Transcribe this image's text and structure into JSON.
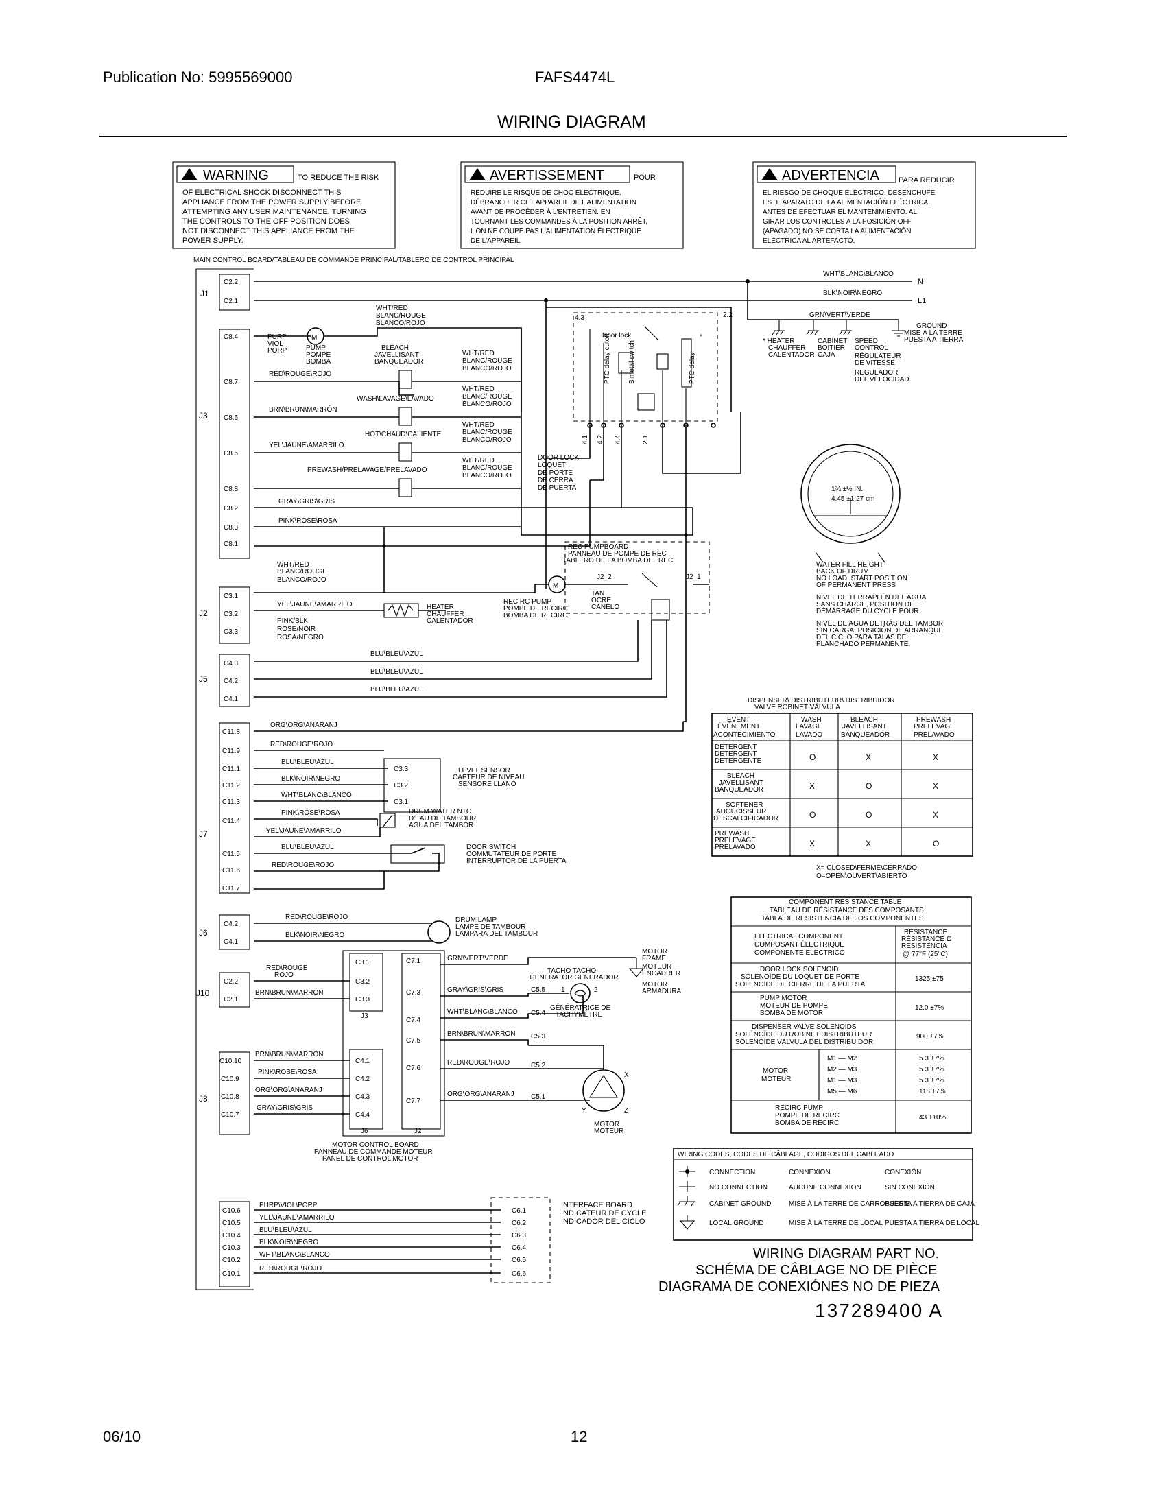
{
  "header": {
    "publication": "Publication No: 5995569000",
    "model": "FAFS4474L",
    "title": "WIRING DIAGRAM",
    "date": "06/10",
    "page": "12"
  },
  "warnings": [
    {
      "label": "WARNING",
      "lead": "TO REDUCE THE RISK",
      "lines": [
        "OF ELECTRICAL SHOCK DISCONNECT THIS",
        "APPLIANCE FROM THE POWER SUPPLY BEFORE",
        "ATTEMPTING ANY USER MAINTENANCE. TURNING",
        "THE CONTROLS TO THE OFF POSITION DOES",
        "NOT DISCONNECT THIS APPLIANCE FROM THE",
        "POWER SUPPLY."
      ]
    },
    {
      "label": "AVERTISSEMENT",
      "lead": "POUR",
      "lines": [
        "RÉDUIRE LE RISQUE DE CHOC ÉLECTRIQUE,",
        "DÉBRANCHER CET APPAREIL DE L'ALIMENTATION",
        "AVANT DE PROCÉDER À L'ENTRETIEN. EN",
        "TOURNANT LES COMMANDES À LA POSITION ARRÊT,",
        "L'ON NE COUPE PAS L'ALIMENTATION ÉLECTRIQUE",
        "DE L'APPAREIL."
      ]
    },
    {
      "label": "ADVERTENCIA",
      "lead": "PARA REDUCIR",
      "lines": [
        "EL RIESGO DE CHOQUE ELÉCTRICO, DESENCHUFE",
        "ESTE APARATO DE LA ALIMENTACIÓN ELÉCTRICA",
        "ANTES DE EFECTUAR EL MANTENIMIENTO. AL",
        "GIRAR LOS CONTROLES A LA POSICIÓN OFF",
        "(APAGADO) NO SE CORTA LA ALIMENTACIÓN",
        "ELÉCTRICA AL ARTEFACTO."
      ]
    }
  ],
  "main_board_label": "MAIN CONTROL BOARD/TABLEAU DE COMMANDE PRINCIPAL/TABLERO DE CONTROL PRINCIPAL",
  "connectors": [
    "J1",
    "J3",
    "J2",
    "J5",
    "J7",
    "J6",
    "J10",
    "J8"
  ],
  "pins": {
    "j1": [
      "C2.2",
      "C2.1"
    ],
    "j3": [
      "C8.4",
      "C8.7",
      "C8.6",
      "C8.5",
      "C8.8",
      "C8.2",
      "C8.3",
      "C8.1"
    ],
    "j2": [
      "C3.1",
      "C3.2",
      "C3.3"
    ],
    "j5": [
      "C4.3",
      "C4.2",
      "C4.1"
    ],
    "j7": [
      "C11.8",
      "C11.9",
      "C11.1",
      "C11.2",
      "C11.3",
      "C11.4",
      "C11.5",
      "C11.6",
      "C11.7"
    ],
    "j6": [
      "C4.2",
      "C4.1"
    ],
    "j10": [
      "C2.2",
      "C2.1"
    ],
    "j8": [
      "C10.10",
      "C10.9",
      "C10.8",
      "C10.7"
    ],
    "j8b": [
      "C10.6",
      "C10.5",
      "C10.4",
      "C10.3",
      "C10.2",
      "C10.1"
    ]
  },
  "wires": {
    "n": "WHT\\BLANC\\BLANCO",
    "l1": "BLK\\NOIR\\NEGRO",
    "gnd": "GRN\\VERT\\VERDE",
    "c87": "RED\\ROUGE\\ROJO",
    "c86": "BRN\\BRUN\\MARRÓN",
    "c85": "YEL\\JAUNE\\AMARRILO",
    "c82": "GRAY\\GRIS\\GRIS",
    "c83": "PINK\\ROSE\\ROSA",
    "c32": "YEL\\JAUNE\\AMARRILO",
    "c33a": "PINK/BLK",
    "c33b": "ROSE/NOIR",
    "c33c": "ROSA/NEGRO",
    "c43": "BLU\\BLEU\\AZUL",
    "c42": "BLU\\BLEU\\AZUL",
    "c41": "BLU\\BLEU\\AZUL",
    "c118": "ORG\\ORG\\ANARANJ",
    "c119": "RED\\ROUGE\\ROJO",
    "c111": "BLU\\BLEU\\AZUL",
    "c112": "BLK\\NOIR\\NEGRO",
    "c113": "WHT\\BLANC\\BLANCO",
    "c114": "PINK\\ROSE\\ROSA",
    "c115": "YEL\\JAUNE\\AMARRILO",
    "c116": "BLU\\BLEU\\AZUL",
    "c117": "RED\\ROUGE\\ROJO",
    "j6a": "RED\\ROUGE\\ROJO",
    "j6b": "BLK\\NOIR\\NEGRO",
    "j10a1": "RED\\ROUGE",
    "j10a2": "ROJO",
    "j10b": "BRN\\BRUN\\MARRÓN",
    "c1010": "BRN\\BRUN\\MARRÓN",
    "c109": "PINK\\ROSE\\ROSA",
    "c108": "ORG\\ORG\\ANARANJ",
    "c107": "GRAY\\GRIS\\GRIS",
    "c71": "GRN\\VERT\\VERDE",
    "c73": "GRAY\\GRIS\\GRIS",
    "c74": "WHT\\BLANC\\BLANCO",
    "c75": "BRN\\BRUN\\MARRÓN",
    "c76": "RED\\ROUGE\\ROJO",
    "c77": "ORG\\ORG\\ANARANJ",
    "c106": "PURP\\VIOL\\PORP",
    "c105": "YEL\\JAUNE\\AMARRILO",
    "c104": "BLU\\BLEU\\AZUL",
    "c103": "BLK\\NOIR\\NEGRO",
    "c102": "WHT\\BLANC\\BLANCO",
    "c101": "RED\\ROUGE\\ROJO"
  },
  "labels": {
    "N": "N",
    "L1": "L1",
    "purp": [
      "PURP",
      "VIOL",
      "PORP"
    ],
    "pump": [
      "PUMP",
      "POMPE",
      "BOMBA"
    ],
    "whtred_top": [
      "WHT/RED",
      "BLANC/ROUGE",
      "BLANCO/ROJO"
    ],
    "bleach": [
      "BLEACH",
      "JAVELLISANT",
      "BANQUEADOR"
    ],
    "whtred": [
      "WHT/RED",
      "BLANC/ROUGE",
      "BLANCO/ROJO"
    ],
    "wash": "WASH\\LAVAGE\\LAVADO",
    "hot": "HOT\\CHAUD\\CALIENTE",
    "prewash": "PREWASH/PRELAVAGE/PRELAVADO",
    "doorlock": [
      "DOOR LOCK",
      "LOQUET",
      "DE PORTE",
      "DE CERRA",
      "DE PUERTA"
    ],
    "t43": "4.3",
    "t22": "2.2",
    "t41": "4.1",
    "t42": "4.2",
    "t44": "4.4",
    "t21": "2.1",
    "doorlock_small": "Door lock",
    "ptc1": "PTC delay cutoff",
    "ptc2": "PTC delay",
    "bimetal": "Bimetal switch",
    "star": "*",
    "ground_sym": [
      "* HEATER",
      "CHAUFFER",
      "CALENTADOR"
    ],
    "cabinet": [
      "CABINET",
      "BOITIER",
      "CAJA"
    ],
    "speed": [
      "SPEED",
      "CONTROL",
      "RÉGULATEUR",
      "DE VITESSE",
      "REGULADOR",
      "DEL VELOCIDAD"
    ],
    "ground": [
      "GROUND",
      "MISE À LA TERRE",
      "PUESTA A TIERRA"
    ],
    "fill_dim": [
      "1¾ ±½ IN.",
      "4.45 ±1.27 cm"
    ],
    "fill_text": [
      "WATER FILL HEIGHT",
      "BACK OF DRUM",
      "NO LOAD, START POSITION",
      "OF PERMANENT PRESS"
    ],
    "fill_fr": [
      "NIVEL DE TERRAPLÉN DEL AGUA",
      "SANS CHARGE, POSITION DE",
      "DÉMARRAGE DU CYCLE POUR"
    ],
    "fill_es": [
      "NIVEL DE AGUA DETRÁS DEL TAMBOR",
      "SIN CARGA, POSICIÓN DE ARRANQUE",
      "DEL CICLO PARA TALAS DE",
      "PLANCHADO PERMANENTE."
    ],
    "rec": [
      "REC PUMPBOARD",
      "PANNEAU DE POMPE DE REC",
      "TABLERO DE LA BOMBA DEL REC"
    ],
    "j2_2": "J2_2",
    "j2_1": "J2_1",
    "recirc": [
      "RECIRC PUMP",
      "POMPE DE RECIRC",
      "BOMBA DE RECIRC"
    ],
    "tan": [
      "TAN",
      "OCRE",
      "CANELO"
    ],
    "heater": [
      "HEATER",
      "CHAUFFER",
      "CALENTADOR"
    ],
    "whtred_j2": [
      "WHT/RED",
      "BLANC/ROUGE",
      "BLANCO/ROJO"
    ],
    "ls_pins": [
      "C3.3",
      "C3.2",
      "C3.1"
    ],
    "level": [
      "LEVEL SENSOR",
      "CAPTEUR DE NIVEAU",
      "SENSORE LLANO"
    ],
    "ntc": [
      "DRUM WATER NTC",
      "D'EAU DE TAMBOUR",
      "AGUA DEL TAMBOR"
    ],
    "doorsw": [
      "DOOR SWITCH",
      "COMMUTATEUR DE PORTE",
      "INTERRUPTOR DE LA PUERTA"
    ],
    "lamp": [
      "DRUM LAMP",
      "LAMPE DE TAMBOUR",
      "LAMPARA DEL TAMBOUR"
    ],
    "mcb_j3": [
      "C3.1",
      "C3.2",
      "C3.3"
    ],
    "mcb_j3_label": "J3",
    "mcb_j6": [
      "C4.1",
      "C4.2",
      "C4.3",
      "C4.4"
    ],
    "mcb_j6_label": "J6",
    "mcb_j2": [
      "C7.1",
      "C7.3",
      "C7.4",
      "C7.5",
      "C7.6",
      "C7.7"
    ],
    "mcb_j2_label": "J2",
    "mcb": [
      "MOTOR CONTROL BOARD",
      "PANNEAU DE COMMANDE MOTEUR",
      "PANEL DE CONTROL MOTOR"
    ],
    "tacho": [
      "TACHO  TACHO-",
      "GENERATOR  GENERADOR"
    ],
    "tacho_fr": [
      "GÉNÉRATRICE DE",
      "TACHYMÈTRE"
    ],
    "c35": "C5.5",
    "c54": "C5.4",
    "c53": "C5.3",
    "c52": "C5.2",
    "c51": "C5.1",
    "t1": "1",
    "t2": "2",
    "frame": [
      "MOTOR",
      "FRAME",
      "MOTEUR",
      "ENCADRER"
    ],
    "armature": [
      "MOTOR",
      "ARMADURA"
    ],
    "xyz": [
      "X",
      "Y",
      "Z"
    ],
    "motor": [
      "MOTOR",
      "MOTEUR"
    ],
    "ib_pins": [
      "C6.1",
      "C6.2",
      "C6.3",
      "C6.4",
      "C6.5",
      "C6.6"
    ],
    "ib": [
      "INTERFACE BOARD",
      "INDICATEUR DE CYCLE",
      "INDICADOR DEL CICLO"
    ]
  },
  "dispenser_table": {
    "title": [
      "DISPENSER\\ DISTRIBUTEUR\\ DISTRIBUIDOR",
      "VALVE       ROBINET       VÁLVULA"
    ],
    "header": [
      [
        "EVENT",
        "ÉVÉNEMENT",
        "ACONTECIMIENTO"
      ],
      [
        "WASH",
        "LAVAGE",
        "LAVADO"
      ],
      [
        "BLEACH",
        "JAVELLISANT",
        "BANQUEADOR"
      ],
      [
        "PREWASH",
        "PRELEVAGE",
        "PRELAVADO"
      ]
    ],
    "rows": [
      {
        "event": [
          "DETERGENT",
          "DÉTERGENT",
          "DETERGENTE"
        ],
        "v": [
          "O",
          "X",
          "X"
        ]
      },
      {
        "event": [
          "BLEACH",
          "JAVELLISANT",
          "BANQUEADOR"
        ],
        "v": [
          "X",
          "O",
          "X"
        ]
      },
      {
        "event": [
          "SOFTENER",
          "ADOUCISSEUR",
          "DESCALCIFICADOR"
        ],
        "v": [
          "O",
          "O",
          "X"
        ]
      },
      {
        "event": [
          "PREWASH",
          "PRELEVAGE",
          "PRELAVADO"
        ],
        "v": [
          "X",
          "X",
          "O"
        ]
      }
    ],
    "legend": [
      "X= CLOSED\\FERMÉ\\CERRADO",
      "O=OPEN\\OUVERT\\ABIERTO"
    ]
  },
  "resistance_table": {
    "title": [
      "COMPONENT RESISTANCE TABLE",
      "TABLEAU DE RÉSISTANCE DES COMPOSANTS",
      "TABLA DE RESISTENCIA DE LOS COMPONENTES"
    ],
    "head_left": [
      "ELECTRICAL COMPONENT",
      "COMPOSANT ÉLECTRIQUE",
      "COMPONENTE ELÉCTRICO"
    ],
    "head_right": [
      "RESISTANCE",
      "RÉSISTANCE  Ω",
      "RESISTENCIA",
      "@ 77°F (25°C)"
    ],
    "rows": [
      {
        "name": [
          "DOOR LOCK SOLENOID",
          "SOLÉNOÏDE DU LOQUET DE PORTE",
          "SOLENOIDE DE CIERRE DE LA PUERTA"
        ],
        "value": "1325 ±75"
      },
      {
        "name": [
          "PUMP MOTOR",
          "MOTEUR DE POMPE",
          "BOMBA DE MOTOR"
        ],
        "value": "12.0 ±7%"
      },
      {
        "name": [
          "DISPENSER VALVE SOLENOIDS",
          "SOLÉNOÏDE DU ROBINET DISTRIBUTEUR",
          "SOLENOIDE VÁLVULA DEL DISTRIBUIDOR"
        ],
        "value": "900 ±7%"
      },
      {
        "name": [
          "RECIRC PUMP",
          "POMPE DE RECIRC",
          "BOMBA DE RECIRC"
        ],
        "value": "43 ±10%"
      }
    ],
    "motor_name": [
      "MOTOR",
      "MOTEUR"
    ],
    "motor_rows": [
      {
        "pair": "M1 — M2",
        "value": "5.3 ±7%"
      },
      {
        "pair": "M2 — M3",
        "value": "5.3 ±7%"
      },
      {
        "pair": "M1 — M3",
        "value": "5.3 ±7%"
      },
      {
        "pair": "M5 — M6",
        "value": "118 ±7%"
      }
    ]
  },
  "wiring_codes": {
    "title": "WIRING CODES,  CODES DE CÂBLAGE,  CODIGOS DEL CABLEADO",
    "rows": [
      [
        "CONNECTION",
        "CONNEXION",
        "CONEXIÓN"
      ],
      [
        "NO CONNECTION",
        "AUCUNE CONNEXION",
        "SIN CONEXIÓN"
      ],
      [
        "CABINET GROUND",
        "MISE À LA TERRE DE CARROSSERIE",
        "PUESTA A TIERRA DE CAJA"
      ],
      [
        "LOCAL GROUND",
        "MISE À LA TERRE DE LOCAL",
        "PUESTA A TIERRA DE LOCAL"
      ]
    ]
  },
  "part": {
    "lines": [
      "WIRING DIAGRAM PART NO.",
      "SCHÉMA DE CÂBLAGE NO DE PIÈCE",
      "DIAGRAMA DE CONEXIÓNES NO DE PIEZA"
    ],
    "number": "137289400 A"
  }
}
